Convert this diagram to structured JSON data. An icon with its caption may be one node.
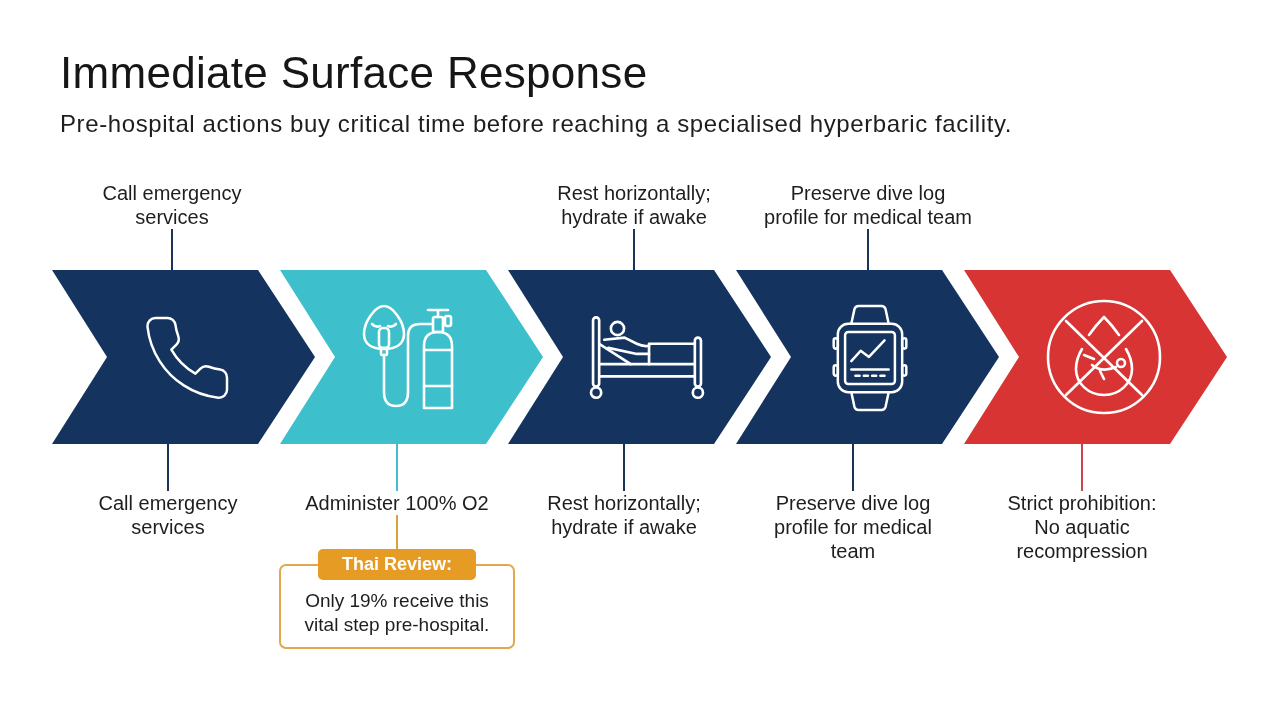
{
  "diagram": {
    "title": "Immediate Surface Response",
    "nodes": [
      {
        "text": [
          "Call emergency services"
        ]
      },
      {
        "text": [
          "Rest horizontally; hydrate if awake"
        ]
      },
      {
        "text": [
          "Preserve dive log profile for medical team"
        ]
      },
      {
        "text": [],
        "shape": "chevron"
      },
      {
        "text": [],
        "shape": "chevron"
      },
      {
        "text": [],
        "shape": "chevron"
      },
      {
        "text": [],
        "shape": "chevron"
      },
      {
        "text": [],
        "shape": "chevron"
      },
      {
        "text": [
          "Call emergency services"
        ]
      },
      {
        "text": [
          "Administer 100% O2"
        ]
      },
      {
        "text": [
          "Rest horizontally; hydrate if awake"
        ]
      },
      {
        "text": [
          "Preserve dive log profile for medical team"
        ]
      },
      {
        "text": [
          "Strict prohibition: No aquatic recompression"
        ]
      },
      {
        "text": [
          "Thai Review:",
          "Only 19% receive this vital step pre-hospital."
        ]
      }
    ],
    "edges": [
      {
        "from": 0,
        "to": 3,
        "arrow": "none"
      },
      {
        "from": 1,
        "to": 5,
        "arrow": "none"
      },
      {
        "from": 2,
        "to": 6,
        "arrow": "none"
      },
      {
        "from": 3,
        "to": 8,
        "arrow": "none"
      },
      {
        "from": 4,
        "to": 9,
        "arrow": "none",
        "color": "#45bccb"
      },
      {
        "from": 5,
        "to": 10,
        "arrow": "none"
      },
      {
        "from": 6,
        "to": 11,
        "arrow": "none"
      },
      {
        "from": 7,
        "to": 12,
        "arrow": "none",
        "color": "#c8464b"
      },
      {
        "from": 9,
        "to": 13,
        "arrow": "none",
        "color": "#dca23c"
      }
    ],
    "labels": [
      "Pre-hospital actions buy critical time before reaching a specialised hyperbaric facility."
    ]
  }
}
